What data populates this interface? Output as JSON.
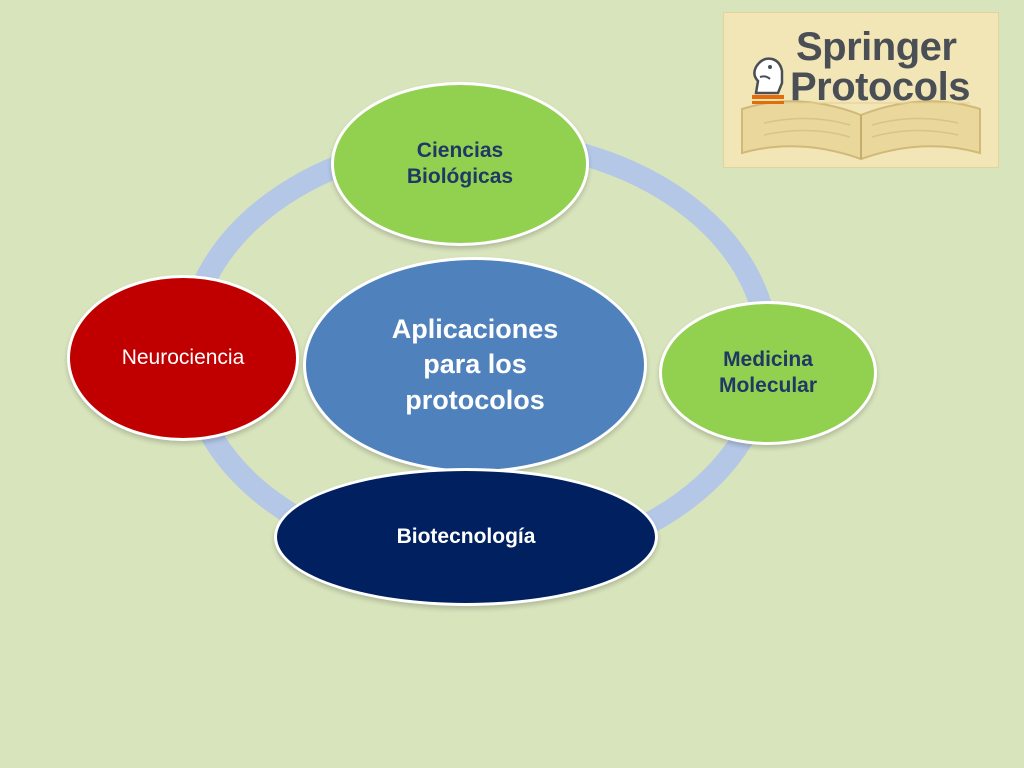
{
  "diagram": {
    "center": {
      "label": "Aplicaciones\npara los\nprotocolos"
    },
    "nodes": [
      {
        "id": "top",
        "label": "Ciencias\nBiológicas"
      },
      {
        "id": "right",
        "label": "Medicina\nMolecular"
      },
      {
        "id": "bottom",
        "label": "Biotecnología"
      },
      {
        "id": "left",
        "label": "Neurociencia"
      }
    ],
    "colors": {
      "background": "#d8e4bc",
      "ring": "#b4c7e7",
      "center": "#4f81bd",
      "green_nodes": "#92d050",
      "bottom_node": "#002060",
      "left_node": "#c00000"
    }
  },
  "logo": {
    "line1": "Springer",
    "line2": "Protocols",
    "icon": "chess-knight-icon"
  }
}
